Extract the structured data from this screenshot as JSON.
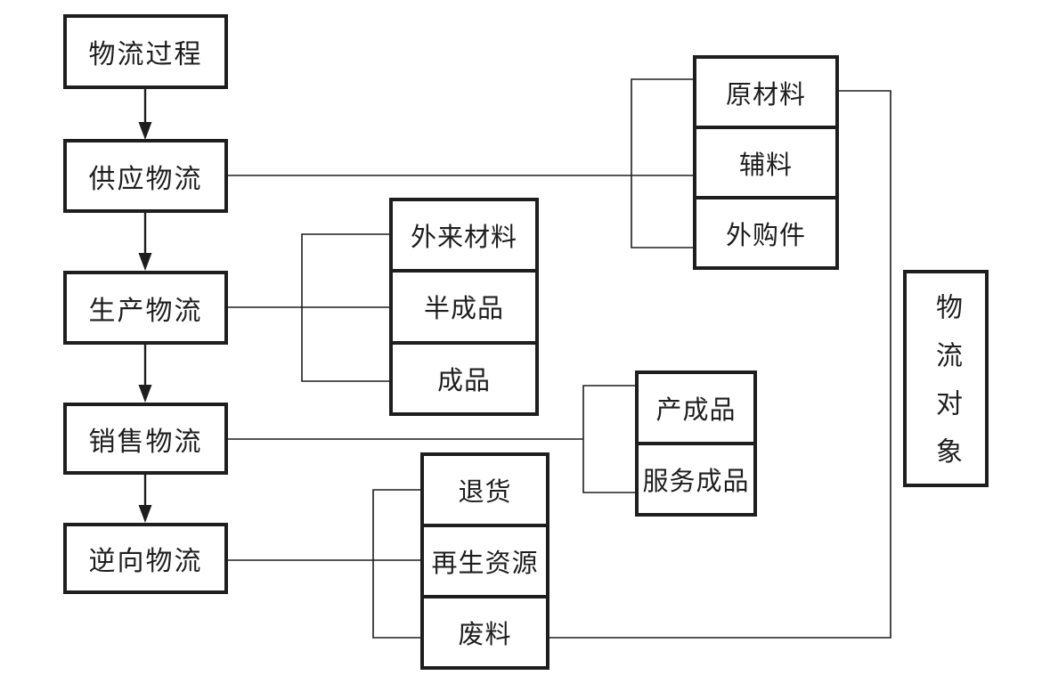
{
  "colors": {
    "ink": "#1e1e1e",
    "background": "#ffffff"
  },
  "flow": {
    "items": [
      {
        "id": "process",
        "label": "物流过程"
      },
      {
        "id": "supply",
        "label": "供应物流"
      },
      {
        "id": "production",
        "label": "生产物流"
      },
      {
        "id": "sales",
        "label": "销售物流"
      },
      {
        "id": "reverse",
        "label": "逆向物流"
      }
    ]
  },
  "groups": {
    "supply": {
      "items": [
        "原材料",
        "辅料",
        "外购件"
      ]
    },
    "production": {
      "items": [
        "外来材料",
        "半成品",
        "成品"
      ]
    },
    "sales": {
      "items": [
        "产成品",
        "服务成品"
      ]
    },
    "reverse": {
      "items": [
        "退货",
        "再生资源",
        "废料"
      ]
    }
  },
  "object_box": {
    "label": "物流对象"
  }
}
